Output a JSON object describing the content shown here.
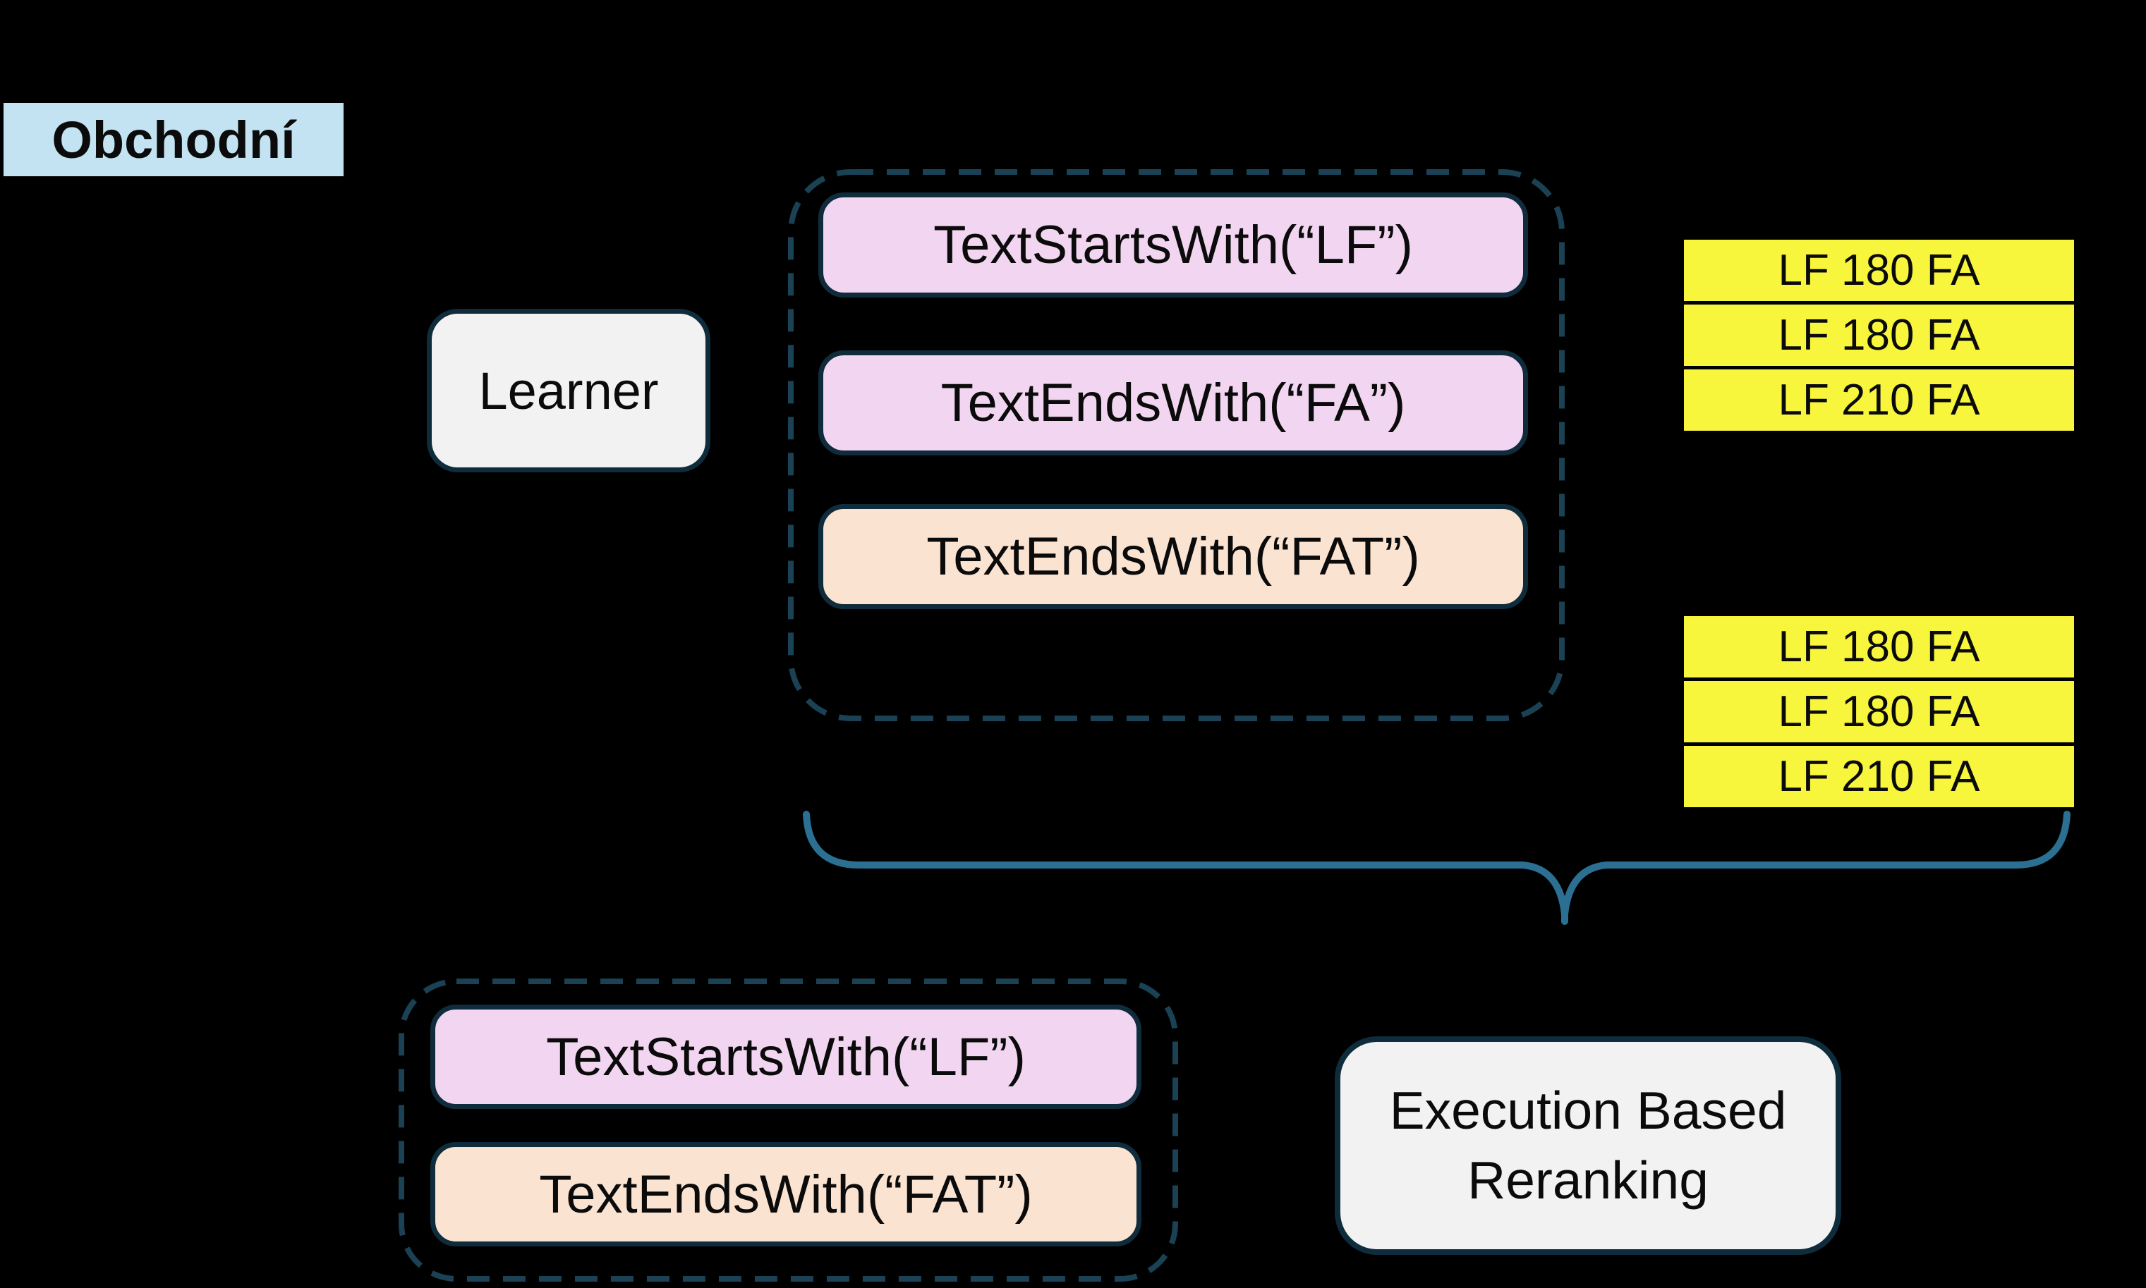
{
  "diagram": {
    "tag_label": "Obchodní",
    "learner_label": "Learner",
    "top_group": {
      "boxes": [
        {
          "label": "TextStartsWith(“LF”)",
          "variant": "pink"
        },
        {
          "label": "TextEndsWith(“FA”)",
          "variant": "pink"
        },
        {
          "label": "TextEndsWith(“FAT”)",
          "variant": "peach"
        }
      ]
    },
    "results_top": [
      "LF 180 FA",
      "LF 180 FA",
      "LF 210 FA"
    ],
    "results_bottom": [
      "LF 180 FA",
      "LF 180 FA",
      "LF 210 FA"
    ],
    "bottom_group": {
      "boxes": [
        {
          "label": "TextStartsWith(“LF”)",
          "variant": "pink"
        },
        {
          "label": "TextEndsWith(“FAT”)",
          "variant": "peach"
        }
      ]
    },
    "reranker": {
      "line1": "Execution Based",
      "line2": "Reranking"
    },
    "colors": {
      "pink": "#f2d5f0",
      "peach": "#fbe3d1",
      "yellow": "#f8f53d",
      "light-blue": "#c3e3f3",
      "node-fill": "#f2f2f2",
      "border-dark": "#0f2c3c",
      "dash": "#1a4254",
      "brace": "#2b7092",
      "text": "#0b0b0b",
      "bg": "#000000"
    }
  }
}
